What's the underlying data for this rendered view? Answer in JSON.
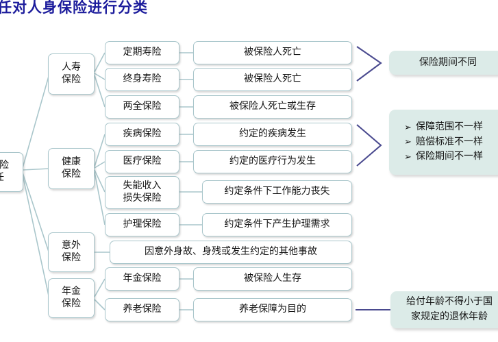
{
  "slide": {
    "title": "责任对人身保险进行分类",
    "title_note": "left-truncated heading",
    "colors": {
      "title": "#1c1c9c",
      "node_border": "#a9c6cb",
      "node_fill": "#ffffff",
      "panel_fill": "#dcebe8",
      "brace": "#4a4a8f",
      "connector": "#a9c6cb",
      "background": "#ffffff"
    }
  },
  "root": {
    "line1": "保险",
    "line2": "任"
  },
  "categories": [
    {
      "line1": "人寿",
      "line2": "保险"
    },
    {
      "line1": "健康",
      "line2": "保险"
    },
    {
      "line1": "意外",
      "line2": "保险"
    },
    {
      "line1": "年金",
      "line2": "保险"
    }
  ],
  "products": [
    {
      "line1": "定期寿险",
      "line2": ""
    },
    {
      "line1": "终身寿险",
      "line2": ""
    },
    {
      "line1": "两全保险",
      "line2": ""
    },
    {
      "line1": "疾病保险",
      "line2": ""
    },
    {
      "line1": "医疗保险",
      "line2": ""
    },
    {
      "line1": "失能收入",
      "line2": "损失保险"
    },
    {
      "line1": "护理保险",
      "line2": ""
    },
    {
      "line1": "年金保险",
      "line2": ""
    },
    {
      "line1": "养老保险",
      "line2": ""
    }
  ],
  "conditions": [
    {
      "text": "被保险人死亡"
    },
    {
      "text": "被保险人死亡"
    },
    {
      "text": "被保险人死亡或生存"
    },
    {
      "text": "约定的疾病发生"
    },
    {
      "text": "约定的医疗行为发生"
    },
    {
      "text": "约定条件下工作能力丧失"
    },
    {
      "text": "约定条件下产生护理需求"
    },
    {
      "text": "被保险人生存"
    },
    {
      "text": "养老保障为目的"
    }
  ],
  "accident_row": {
    "text": "因意外身故、身残或发生约定的其他事故"
  },
  "panels": {
    "life": {
      "text": "保险期间不同"
    },
    "health": {
      "bullet_glyph": "➢",
      "items": [
        {
          "text": "保障范围不一样"
        },
        {
          "text": "赔偿标准不一样"
        },
        {
          "text": "保险期间不一样"
        }
      ]
    },
    "annuity": {
      "line1": "给付年龄不得小于国",
      "line2": "家规定的退休年龄"
    }
  }
}
